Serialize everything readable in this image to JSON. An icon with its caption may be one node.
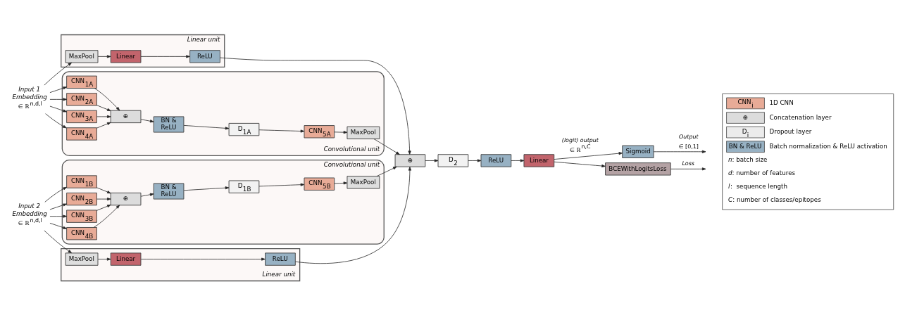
{
  "diagram": {
    "nodes": [
      {
        "text": [
          "Input 1 Embedding"
        ],
        "beside": [
          "∈ ℝ$^{n,d,l}$"
        ]
      },
      {
        "text": [
          "Linear unit"
        ]
      },
      {
        "text": [
          "MaxPool"
        ],
        "in": 1
      },
      {
        "text": [
          "Linear"
        ],
        "in": 1
      },
      {
        "text": [
          "ReLU"
        ],
        "in": 1
      },
      {
        "text": [
          "Convolutional unit"
        ]
      },
      {
        "text": [
          "CNN$_{1A}$"
        ],
        "in": 5
      },
      {
        "text": [
          "CNN$_{2A}$"
        ],
        "in": 5
      },
      {
        "text": [
          "CNN$_{3A}$"
        ],
        "in": 5
      },
      {
        "text": [
          "CNN$_{4A}$"
        ],
        "in": 5
      },
      {
        "text": [
          "⊕"
        ],
        "in": 5
      },
      {
        "text": [
          "BN & ReLU"
        ],
        "in": 5
      },
      {
        "text": [
          "D$_{1A}$"
        ],
        "in": 5
      },
      {
        "text": [
          "CNN$_{5A}$"
        ],
        "in": 5
      },
      {
        "text": [
          "MaxPool"
        ],
        "in": 5
      },
      {
        "text": [
          "Input 2 Embedding"
        ],
        "beside": [
          "∈ ℝ$^{n,d,l}$"
        ]
      },
      {
        "text": [
          "Convolutional unit"
        ]
      },
      {
        "text": [
          "CNN$_{1B}$"
        ],
        "in": 16
      },
      {
        "text": [
          "CNN$_{2B}$"
        ],
        "in": 16
      },
      {
        "text": [
          "CNN$_{3B}$"
        ],
        "in": 16
      },
      {
        "text": [
          "CNN$_{4B}$"
        ],
        "in": 16
      },
      {
        "text": [
          "⊕"
        ],
        "in": 16
      },
      {
        "text": [
          "BN & ReLU"
        ],
        "in": 16
      },
      {
        "text": [
          "D$_{1B}$"
        ],
        "in": 16
      },
      {
        "text": [
          "CNN$_{5B}$"
        ],
        "in": 16
      },
      {
        "text": [
          "MaxPool"
        ],
        "in": 16
      },
      {
        "text": [
          "Linear unit"
        ]
      },
      {
        "text": [
          "MaxPool"
        ],
        "in": 26
      },
      {
        "text": [
          "Linear"
        ],
        "in": 26
      },
      {
        "text": [
          "ReLU"
        ],
        "in": 26
      },
      {
        "text": [
          "⊕"
        ]
      },
      {
        "text": [
          "D$_{2}$"
        ]
      },
      {
        "text": [
          "ReLU"
        ]
      },
      {
        "text": [
          "Linear"
        ]
      },
      {
        "text": [
          "Sigmoid"
        ]
      },
      {
        "text": [
          "BCEWithLogitsLoss"
        ]
      }
    ],
    "edges": [
      {
        "from": 0,
        "to": 2,
        "arrow": "to"
      },
      {
        "from": 2,
        "to": 3,
        "arrow": "to"
      },
      {
        "from": 3,
        "to": 4,
        "arrow": "to"
      },
      {
        "from": 4,
        "to": 30,
        "arrow": "to"
      },
      {
        "from": 0,
        "to": 6,
        "arrow": "to"
      },
      {
        "from": 0,
        "to": 7,
        "arrow": "to"
      },
      {
        "from": 0,
        "to": 8,
        "arrow": "to"
      },
      {
        "from": 0,
        "to": 9,
        "arrow": "to"
      },
      {
        "from": 6,
        "to": 10,
        "arrow": "to"
      },
      {
        "from": 7,
        "to": 10,
        "arrow": "to"
      },
      {
        "from": 8,
        "to": 10,
        "arrow": "to"
      },
      {
        "from": 9,
        "to": 10,
        "arrow": "to"
      },
      {
        "from": 10,
        "to": 11,
        "arrow": "to"
      },
      {
        "from": 11,
        "to": 12,
        "arrow": "to"
      },
      {
        "from": 12,
        "to": 13,
        "arrow": "to"
      },
      {
        "from": 13,
        "to": 14,
        "arrow": "to"
      },
      {
        "from": 14,
        "to": 30,
        "arrow": "to"
      },
      {
        "from": 15,
        "to": 17,
        "arrow": "to"
      },
      {
        "from": 15,
        "to": 18,
        "arrow": "to"
      },
      {
        "from": 15,
        "to": 19,
        "arrow": "to"
      },
      {
        "from": 15,
        "to": 20,
        "arrow": "to"
      },
      {
        "from": 17,
        "to": 21,
        "arrow": "to"
      },
      {
        "from": 18,
        "to": 21,
        "arrow": "to"
      },
      {
        "from": 19,
        "to": 21,
        "arrow": "to"
      },
      {
        "from": 20,
        "to": 21,
        "arrow": "to"
      },
      {
        "from": 21,
        "to": 22,
        "arrow": "to"
      },
      {
        "from": 22,
        "to": 23,
        "arrow": "to"
      },
      {
        "from": 23,
        "to": 24,
        "arrow": "to"
      },
      {
        "from": 24,
        "to": 25,
        "arrow": "to"
      },
      {
        "from": 25,
        "to": 30,
        "arrow": "to"
      },
      {
        "from": 15,
        "to": 27,
        "arrow": "to"
      },
      {
        "from": 27,
        "to": 28,
        "arrow": "to"
      },
      {
        "from": 28,
        "to": 29,
        "arrow": "to"
      },
      {
        "from": 29,
        "to": 30,
        "arrow": "to"
      },
      {
        "from": 30,
        "to": 31,
        "arrow": "to"
      },
      {
        "from": 31,
        "to": 32,
        "arrow": "to"
      },
      {
        "from": 32,
        "to": 33,
        "arrow": "to"
      },
      {
        "from": 33,
        "to": 34,
        "arrow": "to",
        "label": "*(logit) output* ∈ ℝ$^{n,C}$"
      },
      {
        "from": 33,
        "to": 35,
        "arrow": "to"
      },
      {
        "from": 34,
        "to": null,
        "arrow": "to",
        "label": "*Output* ∈ [0,1]"
      },
      {
        "from": 35,
        "to": null,
        "arrow": "to",
        "label": "*Loss*"
      }
    ],
    "labels": [
      "CNN$_{i}$",
      "⊕",
      "D$_{i}$",
      "BN & ReLU",
      "*n*: batch size",
      "*d*: number of features",
      "*l*:  sequence length",
      "*C*: number of classes/epitopes"
    ],
    "legend": [
      {
        "text": "1D CNN",
        "color": "#e8ab97"
      },
      {
        "text": "Concatenation layer",
        "color": "#dcdcdc"
      },
      {
        "text": "Dropout layer",
        "color": "#ececec"
      },
      {
        "text": "Batch normalization & ReLU activation",
        "color": "#97b1c3"
      }
    ]
  }
}
